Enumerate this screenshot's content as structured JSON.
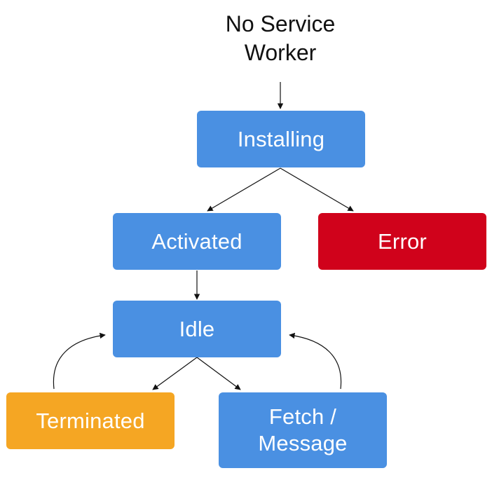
{
  "start": {
    "line1": "No Service",
    "line2": "Worker"
  },
  "states": {
    "installing": {
      "label": "Installing"
    },
    "activated": {
      "label": "Activated"
    },
    "error": {
      "label": "Error"
    },
    "idle": {
      "label": "Idle"
    },
    "terminated": {
      "label": "Terminated"
    },
    "fetch_message": {
      "line1": "Fetch /",
      "line2": "Message"
    }
  },
  "colors": {
    "state": "#4a90e2",
    "error": "#d0021b",
    "terminated": "#f5a623",
    "arrow": "#111111",
    "text": "#ffffff"
  }
}
